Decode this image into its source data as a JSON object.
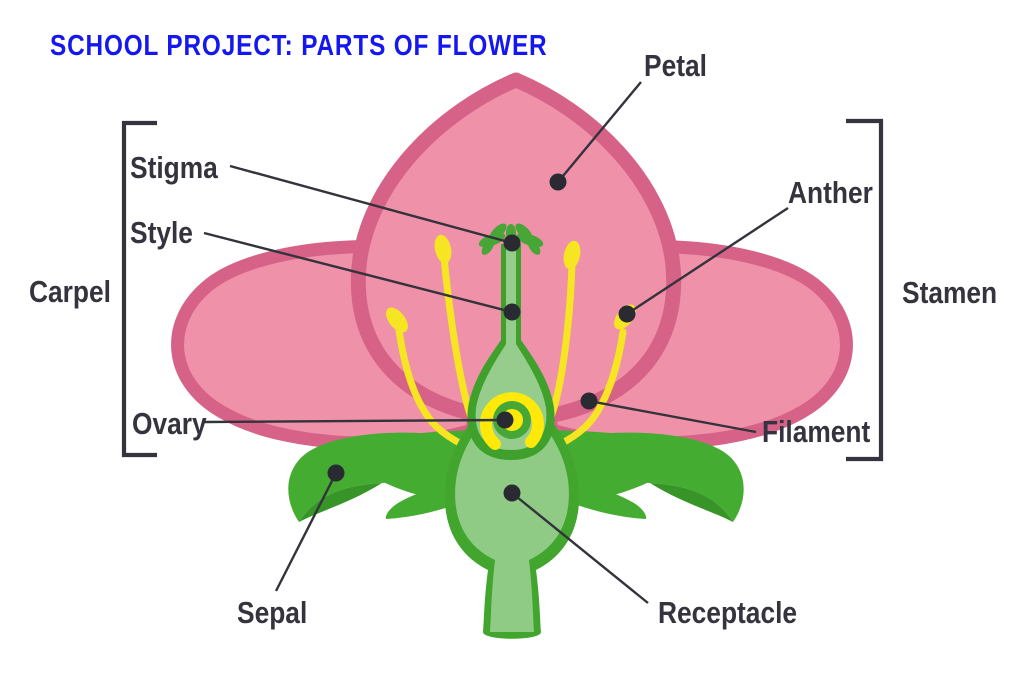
{
  "title": {
    "text": "SCHOOL PROJECT: PARTS OF FLOWER"
  },
  "diagram": {
    "labels": {
      "petal": "Petal",
      "stigma": "Stigma",
      "style": "Style",
      "anther": "Anther",
      "carpel": "Carpel",
      "stamen": "Stamen",
      "ovary": "Ovary",
      "filament": "Filament",
      "sepal": "Sepal",
      "receptacle": "Receptacle"
    }
  },
  "colors": {
    "title": "#1517F0",
    "label": "#35343E",
    "leader_line": "#33333B",
    "leader_dot": "#2A2A33",
    "petal_fill": "#F091AA",
    "petal_border": "#D66387",
    "sepal_green": "#44AC30",
    "sepal_shade": "#379426",
    "stamen_yellow": "#F6E523",
    "pistil_outline": "#3FA02C",
    "pistil_fill": "#97CD8C",
    "receptacle_border": "#42A52E",
    "receptacle_fill": "#8FCB84",
    "stigma_green": "#46A636",
    "ovule_yellow": "#FFE90A"
  }
}
